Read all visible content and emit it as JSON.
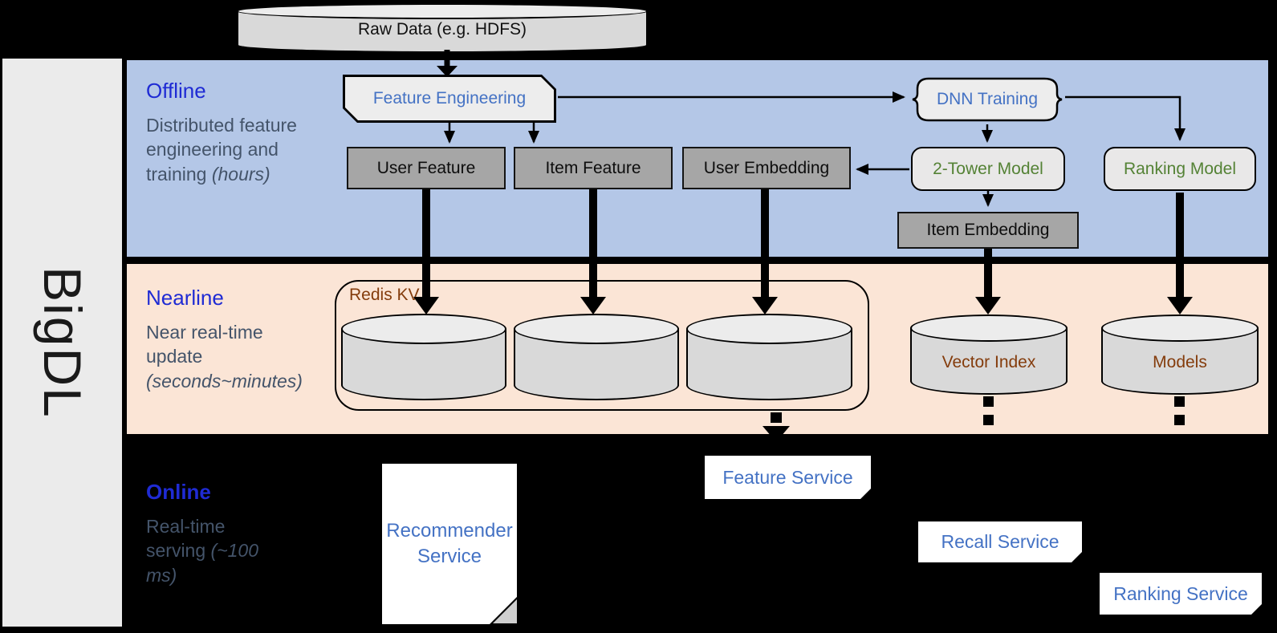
{
  "diagram": {
    "brand": "BigDL",
    "source_db": "Raw Data (e.g. HDFS)",
    "lanes": {
      "offline": {
        "title": "Offline",
        "desc": "Distributed feature engineering and training",
        "note": "(hours)"
      },
      "nearline": {
        "title": "Nearline",
        "desc": "Near real-time update",
        "note": "(seconds~minutes)"
      },
      "online": {
        "title": "Online",
        "desc": "Real-time serving",
        "note": "(~100 ms)"
      }
    },
    "offline_nodes": {
      "feature_engineering": "Feature Engineering",
      "user_feature": "User Feature",
      "item_feature": "Item Feature",
      "user_embedding": "User Embedding",
      "dnn_training": "DNN Training",
      "two_tower_model": "2-Tower Model",
      "ranking_model": "Ranking Model",
      "item_embedding": "Item Embedding"
    },
    "nearline_nodes": {
      "redis": "Redis KV",
      "vector_index": "Vector Index",
      "models": "Models"
    },
    "online_nodes": {
      "recommender_service": "Recommender Service",
      "feature_service": "Feature Service",
      "recall_service": "Recall Service",
      "ranking_service": "Ranking Service"
    },
    "colors": {
      "background": "#000000",
      "offline_band": "#b4c7e7",
      "nearline_band": "#fbe5d6",
      "lane_title_blue": "#1f2bd4",
      "lane_desc_gray": "#44546a",
      "process_text_blue": "#4472c4",
      "model_text_green": "#548235",
      "storage_text_brown": "#843c0c",
      "data_box_gray": "#a6a6a6",
      "shape_light_gray": "#ededed",
      "cylinder_gray": "#d9d9d9"
    }
  }
}
